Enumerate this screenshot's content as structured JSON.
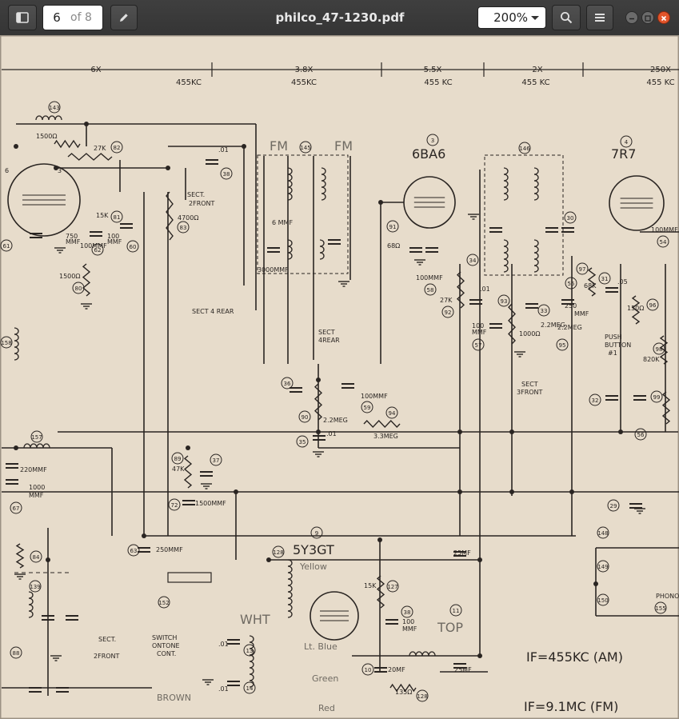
{
  "window": {
    "title": "philco_47-1230.pdf"
  },
  "toolbar": {
    "sidebar_icon": "sidebar-toggle-icon",
    "page_current": "6",
    "page_of": "of 8",
    "annotate_icon": "pencil-icon",
    "zoom": "200%",
    "search_icon": "search-icon",
    "menu_icon": "hamburger-menu-icon"
  },
  "window_controls": {
    "minimize": "minimize-icon",
    "maximize": "maximize-icon",
    "close": "close-icon",
    "close_color": "#e2552b"
  },
  "colors": {
    "paper": "#e7dccb",
    "ink": "#2a2522",
    "pencil": "#6f6a62"
  },
  "schematic": {
    "ratios": [
      "6X",
      "3.8X",
      "5.5X",
      "2X",
      "250X"
    ],
    "freqs": [
      "455KC",
      "455KC",
      "455 KC",
      "455 KC",
      "455 KC"
    ],
    "tubes": [
      "6BA6",
      "7R7",
      "5Y3GT"
    ],
    "circle_numbers": [
      "143",
      "82",
      "81",
      "60",
      "62",
      "61",
      "80",
      "38",
      "83",
      "145",
      "158",
      "3",
      "58",
      "91",
      "92",
      "34",
      "57",
      "146",
      "30",
      "54",
      "31",
      "97",
      "96",
      "55",
      "33",
      "93",
      "95",
      "4",
      "94",
      "59",
      "90",
      "35",
      "36",
      "37",
      "89",
      "72",
      "157",
      "67",
      "84",
      "63",
      "9",
      "128",
      "127",
      "38",
      "10",
      "11",
      "128",
      "139",
      "152",
      "13",
      "14",
      "88",
      "29",
      "148",
      "149",
      "150",
      "155",
      "98",
      "99",
      "56",
      "32"
    ],
    "labels": [
      "1500Ω",
      "27K",
      "15K",
      "100MMF",
      "750",
      "MMF",
      "100",
      "MMF",
      "1500Ω",
      "SECT.",
      "2FRONT",
      "4700Ω",
      ".01",
      "6 MMF",
      "3000MMF",
      "FM",
      "FM",
      "SECT 4 REAR",
      "SECT",
      "4REAR",
      "100MMF",
      "27K",
      ".01",
      "100",
      "MMF",
      "2.2MEG",
      "PUSH",
      "BUTTON",
      "#1",
      "820K",
      "SECT",
      "3FRONT",
      "1000Ω",
      "250",
      "MMF",
      "2.2MEG",
      "100MMF",
      "3.3MEG",
      "2.2MEG",
      ".01",
      "47K",
      "1500MMF",
      "220MMF",
      "1000",
      "MMF",
      "250MMF",
      "15K",
      "100",
      "MMF",
      "20MF",
      "25MF",
      "25MF",
      "135Ω",
      ".01",
      ".01",
      "SWITCH",
      "ONTONE",
      "CONT.",
      "SECT.",
      "2FRONT",
      "PHONO",
      "IF=455KC (AM)",
      "IF=9.1MC (FM)",
      "68K",
      "150Ω",
      ".05",
      "100MMF",
      "68Ω",
      "Yellow",
      "Lt. Blue",
      "Green",
      "Red",
      "WHT",
      "TOP",
      "BROWN"
    ]
  }
}
